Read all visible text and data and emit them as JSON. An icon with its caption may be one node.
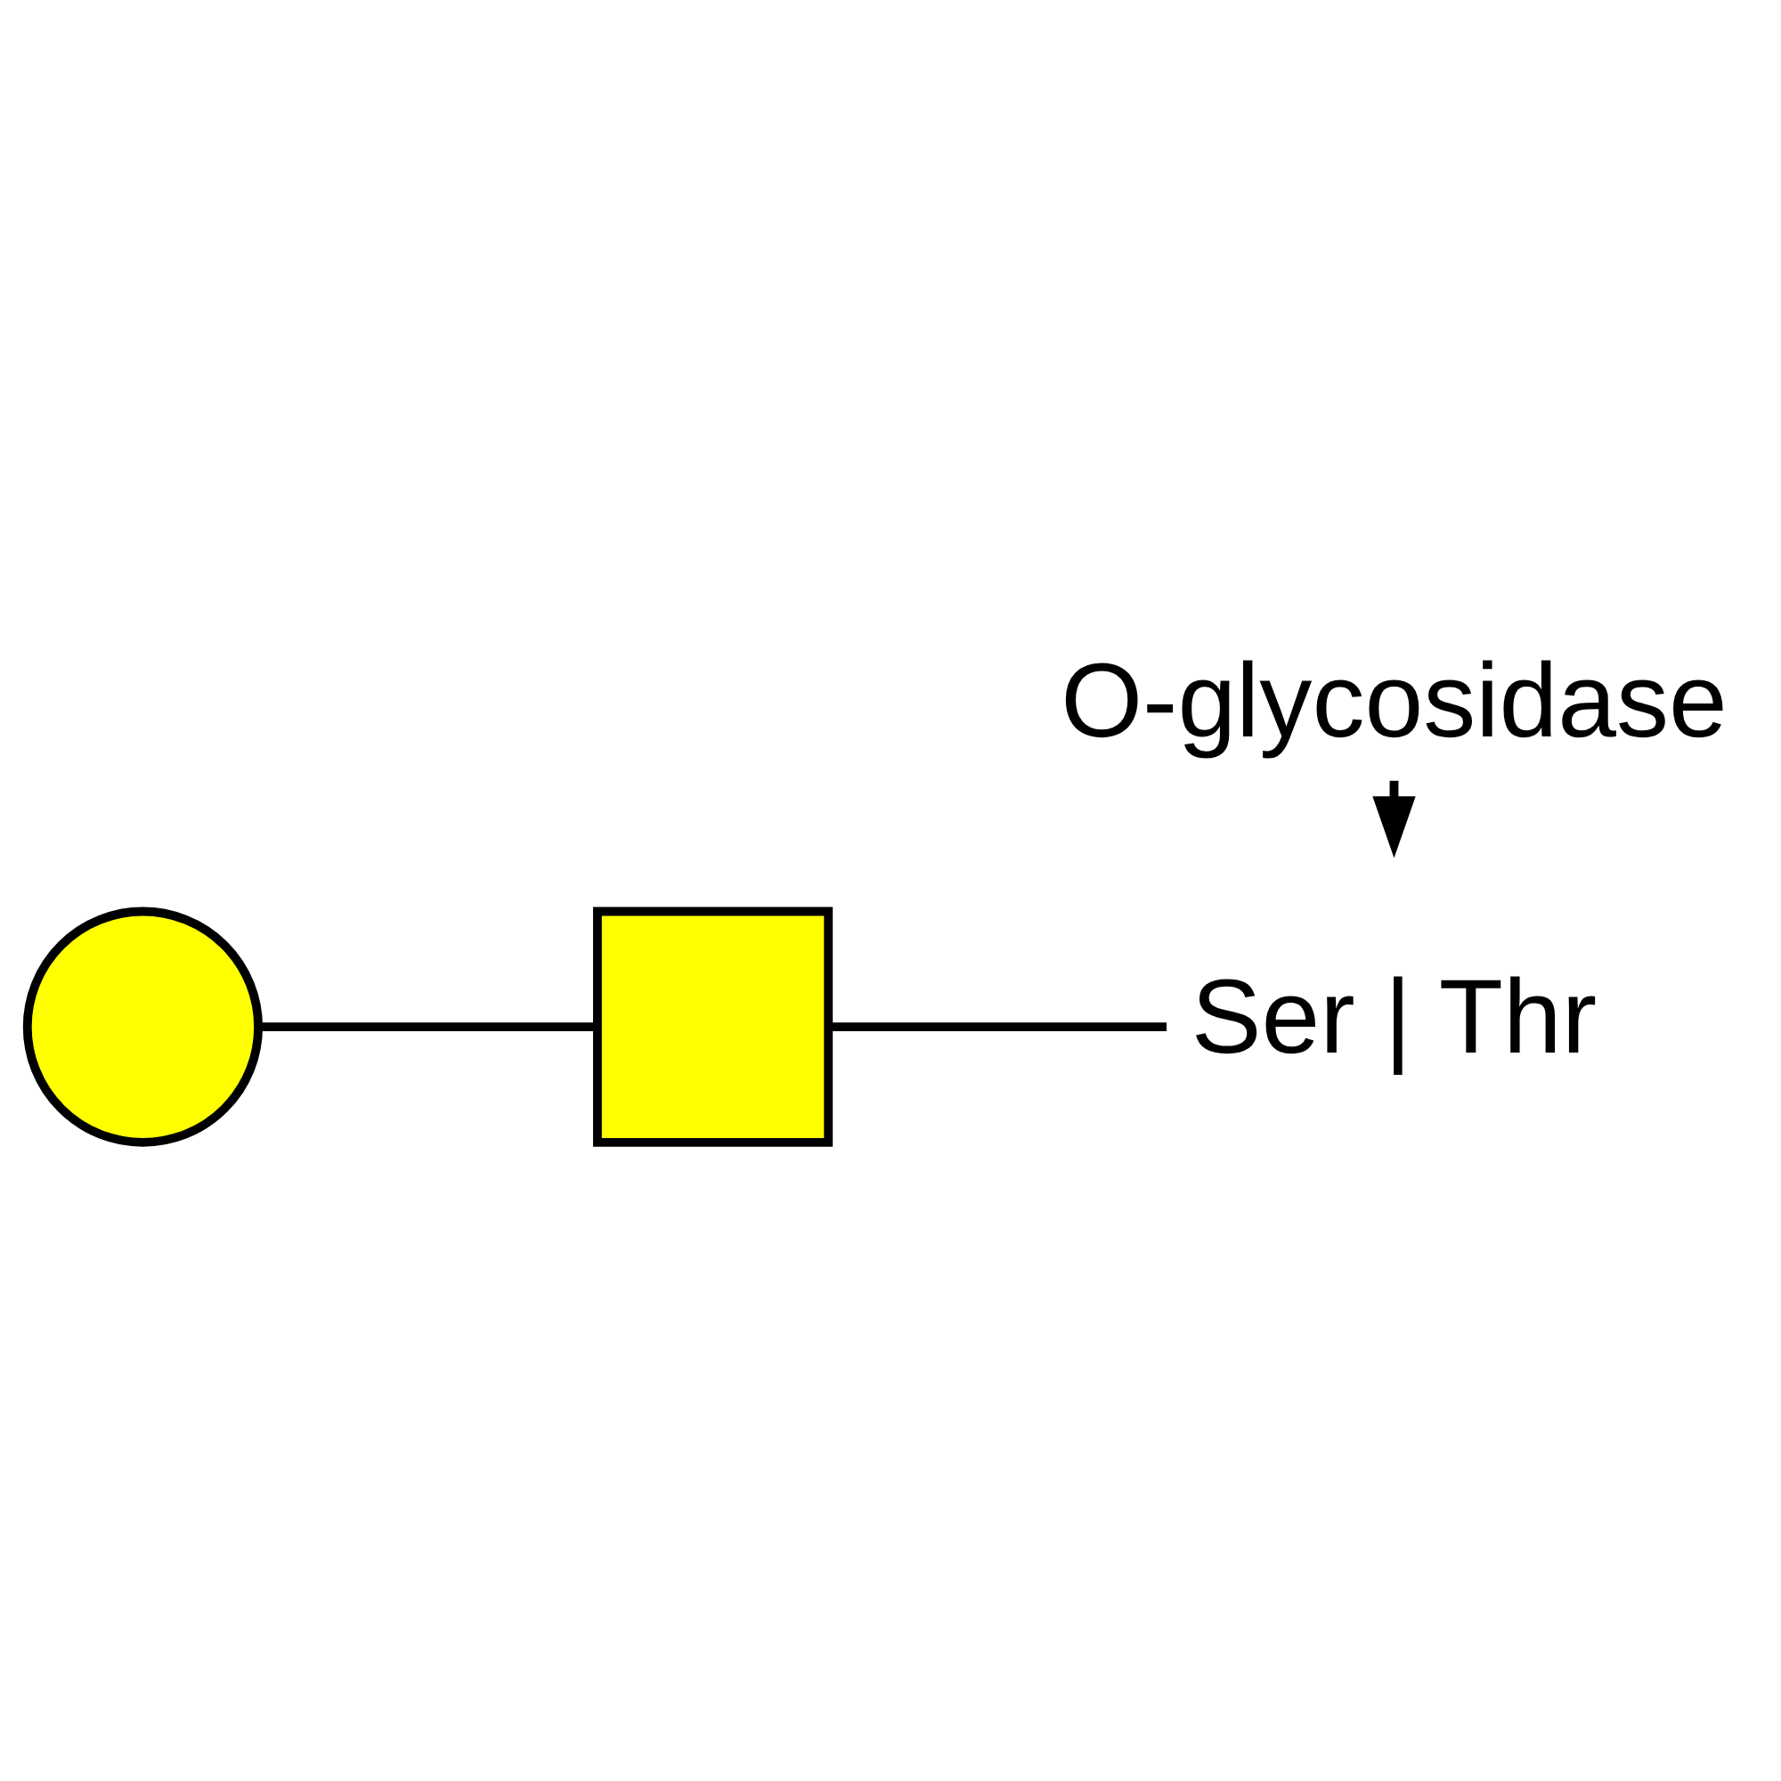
{
  "diagram": {
    "nodes": [
      {
        "text": [
          "O-glycosidase"
        ]
      },
      {
        "text": [],
        "shape": "circle"
      },
      {
        "text": [],
        "shape": "box"
      },
      {
        "text": [
          "Ser | Thr"
        ]
      }
    ],
    "edges": [
      {
        "from": 1,
        "to": 2,
        "arrow": "none"
      },
      {
        "from": 2,
        "to": 3,
        "arrow": "none"
      },
      {
        "from": 0,
        "to": null,
        "arrow": "to"
      }
    ]
  }
}
